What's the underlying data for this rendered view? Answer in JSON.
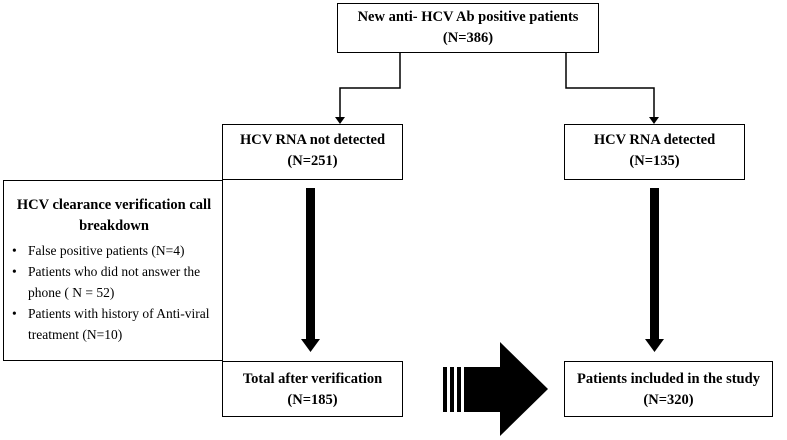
{
  "top": {
    "title": "New anti- HCV Ab positive patients",
    "count": "(N=386)"
  },
  "rna_not_detected": {
    "title": "HCV RNA not detected",
    "count": "(N=251)"
  },
  "rna_detected": {
    "title": "HCV RNA detected",
    "count": "(N=135)"
  },
  "clearance": {
    "title": "HCV clearance verification call breakdown",
    "items": [
      "False positive patients (N=4)",
      "Patients who did not answer the phone ( N = 52)",
      "Patients with history of Anti-viral treatment (N=10)"
    ]
  },
  "total_after": {
    "title": "Total after verification",
    "count": "(N=185)"
  },
  "included": {
    "title": "Patients included in the study",
    "count": "(N=320)"
  }
}
